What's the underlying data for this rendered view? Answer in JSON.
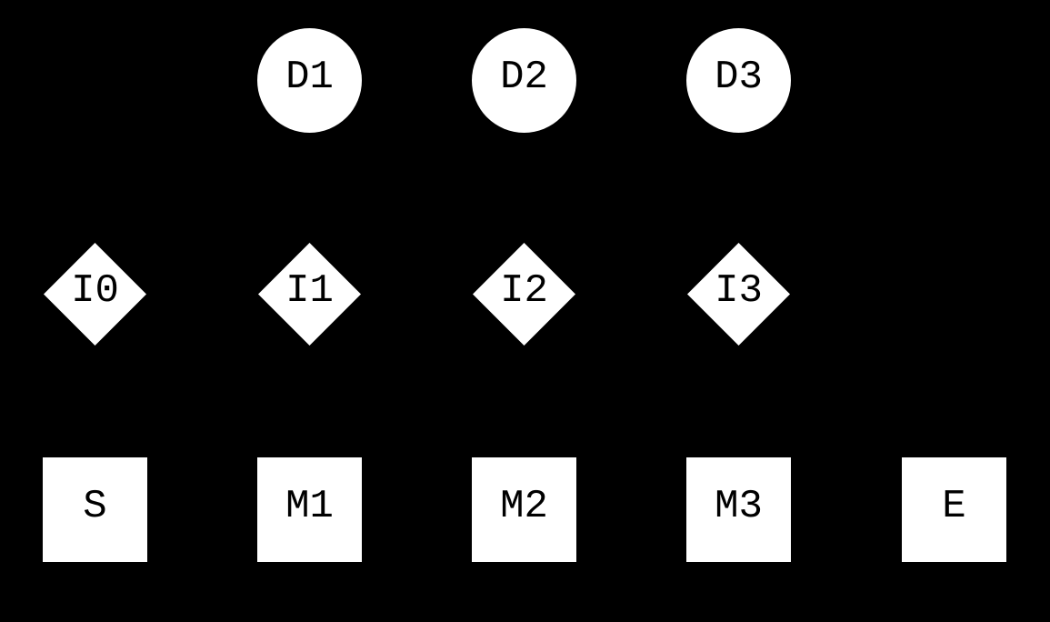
{
  "diagram": {
    "background_color": "#000000",
    "node_fill_color": "#ffffff",
    "node_label_color": "#000000",
    "circles": [
      {
        "id": "D1",
        "label": "D1"
      },
      {
        "id": "D2",
        "label": "D2"
      },
      {
        "id": "D3",
        "label": "D3"
      }
    ],
    "diamonds": [
      {
        "id": "I0",
        "label": "I0"
      },
      {
        "id": "I1",
        "label": "I1"
      },
      {
        "id": "I2",
        "label": "I2"
      },
      {
        "id": "I3",
        "label": "I3"
      }
    ],
    "squares": [
      {
        "id": "S",
        "label": "S"
      },
      {
        "id": "M1",
        "label": "M1"
      },
      {
        "id": "M2",
        "label": "M2"
      },
      {
        "id": "M3",
        "label": "M3"
      },
      {
        "id": "E",
        "label": "E"
      }
    ]
  }
}
